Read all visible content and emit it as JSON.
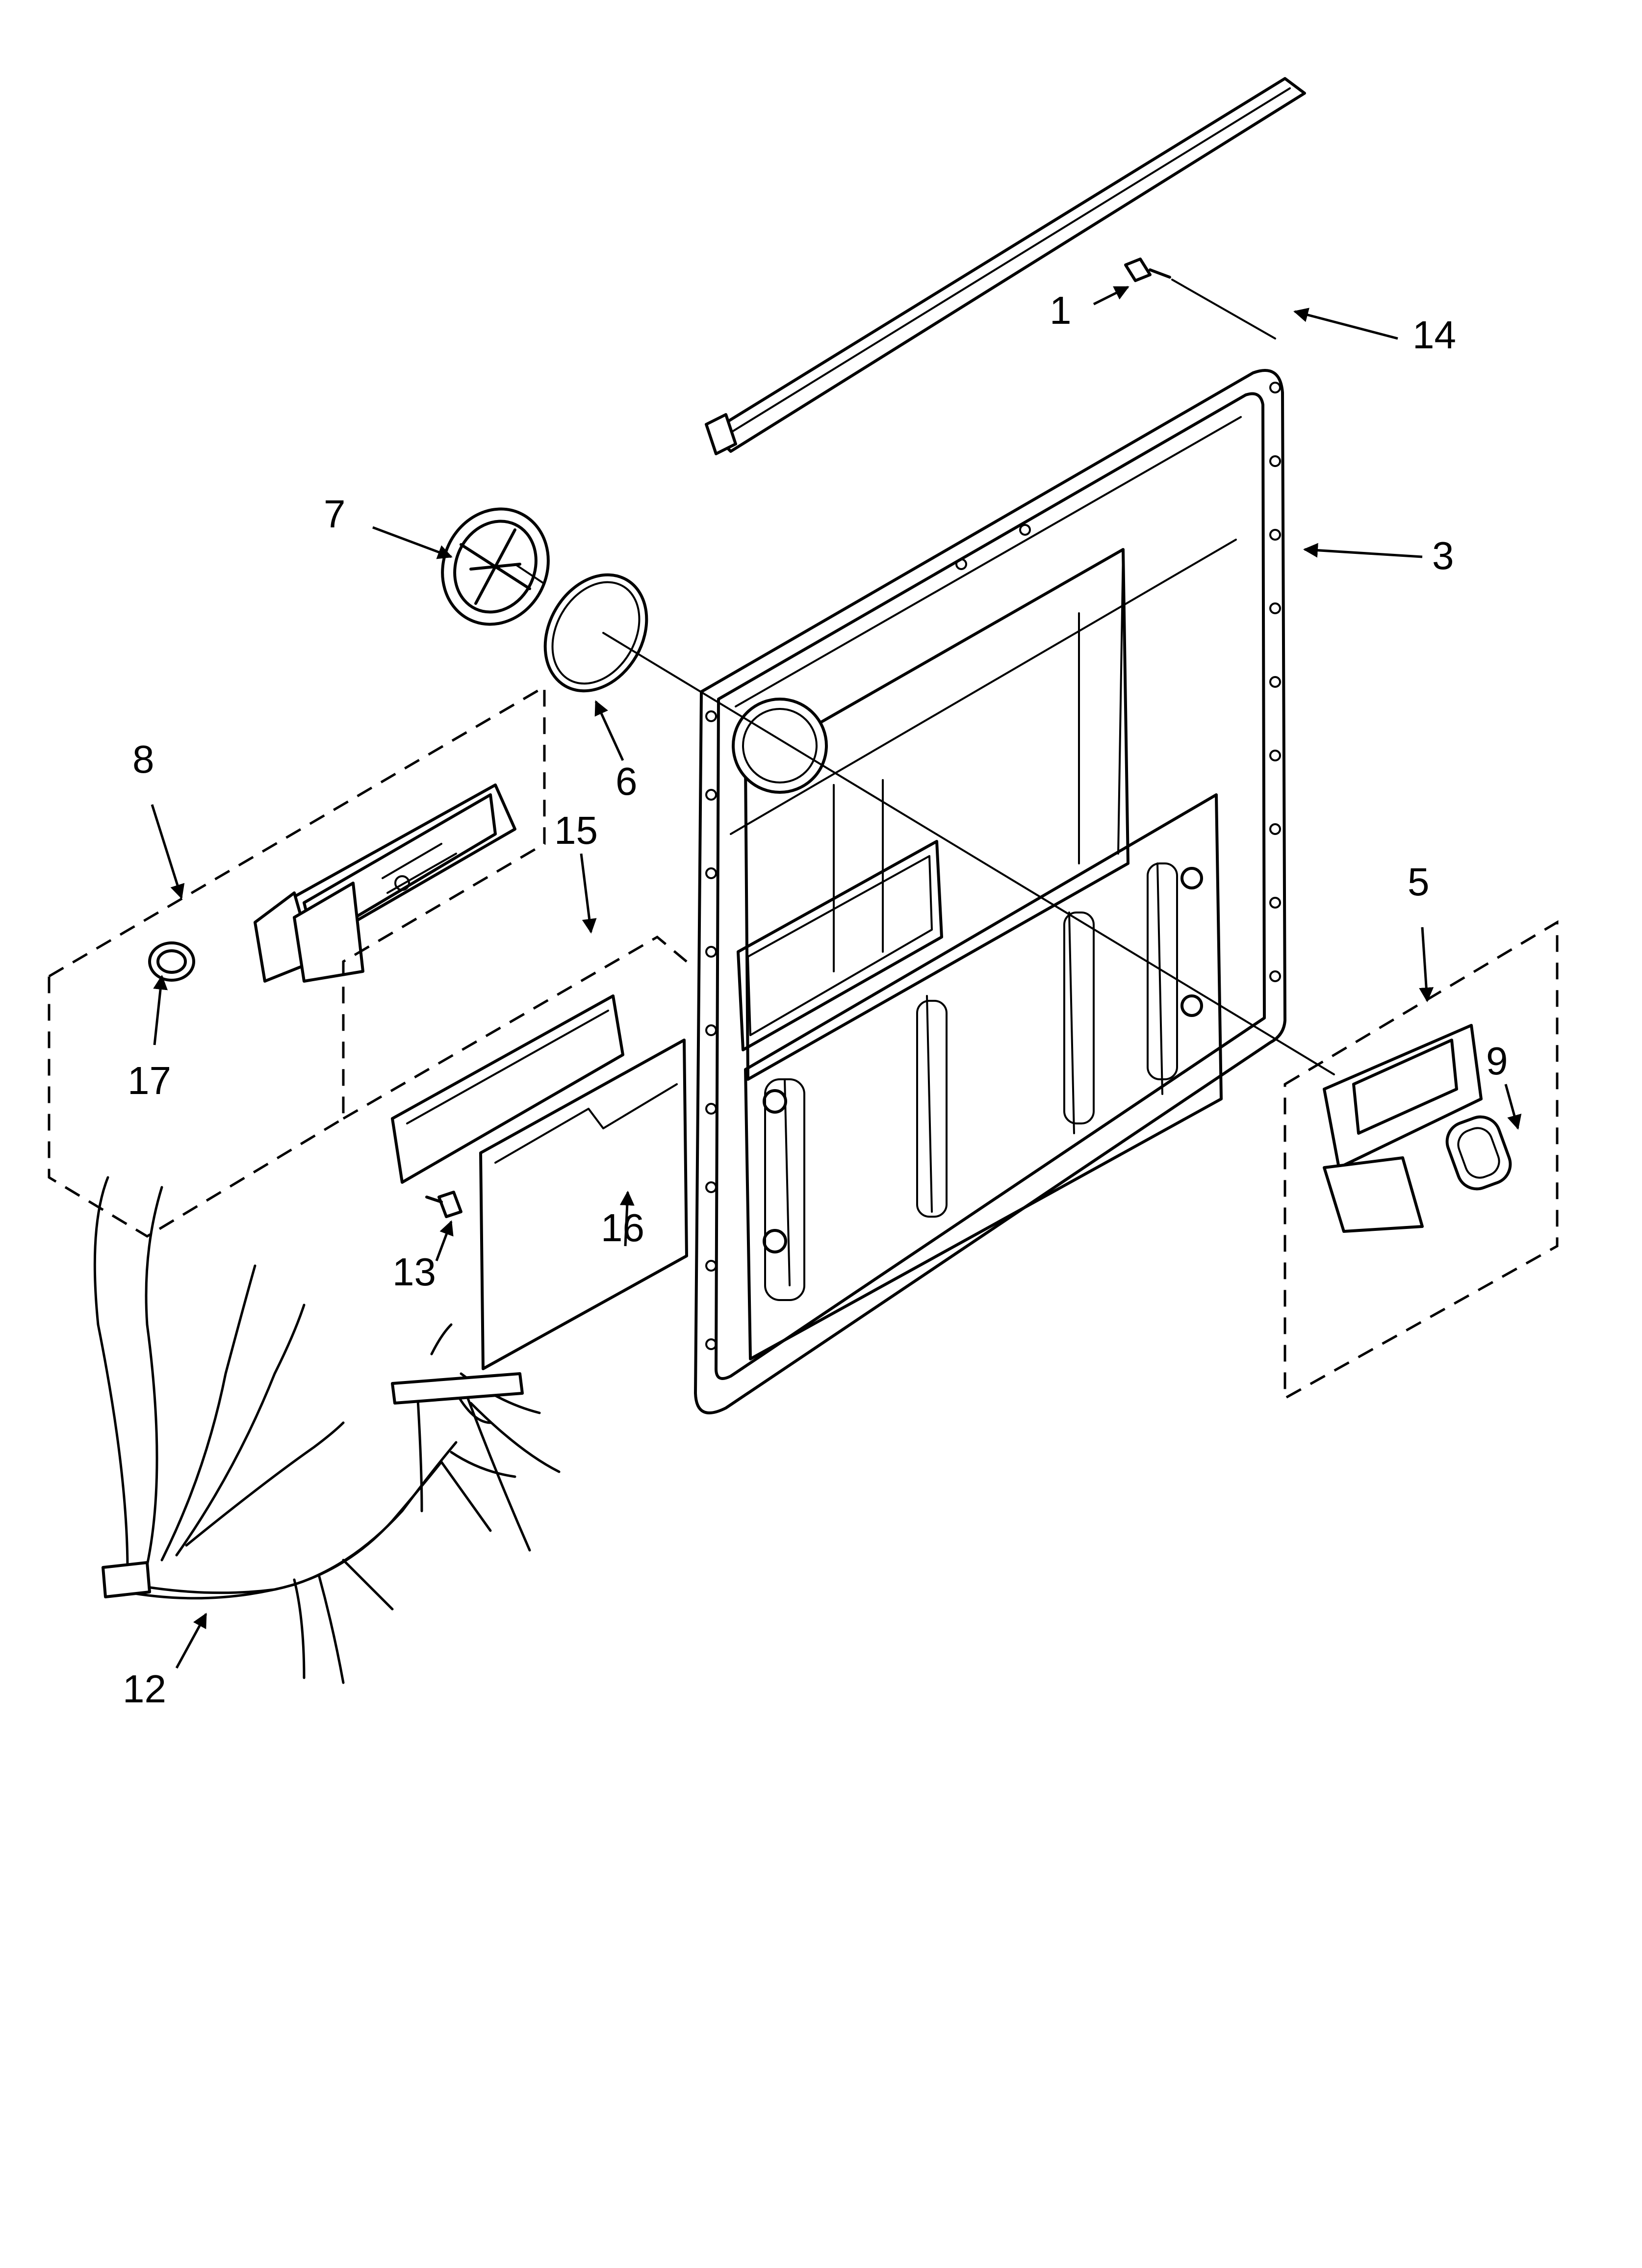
{
  "callouts": {
    "c1": "1",
    "c3": "3",
    "c5": "5",
    "c6": "6",
    "c7": "7",
    "c8": "8",
    "c9": "9",
    "c12": "12",
    "c13": "13",
    "c14": "14",
    "c15": "15",
    "c16": "16",
    "c17": "17"
  }
}
